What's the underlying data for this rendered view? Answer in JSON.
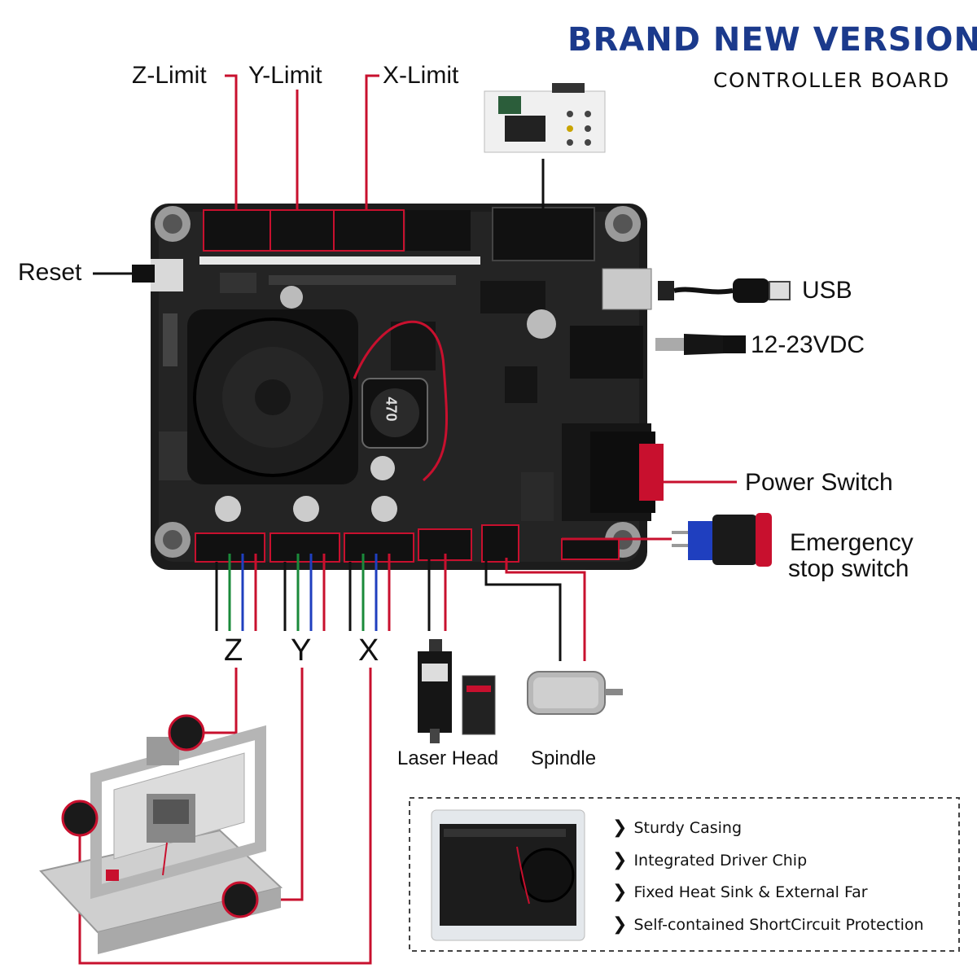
{
  "header": {
    "title": "BRAND NEW VERSION",
    "subtitle": "CONTROLLER BOARD"
  },
  "limits": {
    "z": "Z-Limit",
    "y": "Y-Limit",
    "x": "X-Limit"
  },
  "ports": {
    "reset": "Reset",
    "usb": "USB",
    "power": "12-23VDC",
    "power_switch": "Power Switch",
    "emergency_line1": "Emergency",
    "emergency_line2": "stop switch"
  },
  "axes": {
    "z": "Z",
    "y": "Y",
    "x": "X"
  },
  "peripherals": {
    "laser": "Laser Head",
    "spindle": "Spindle"
  },
  "board": {
    "inductor_mark": "470"
  },
  "features": [
    "Sturdy Casing",
    "Integrated Driver Chip",
    "Fixed Heat Sink & External Far",
    "Self-contained ShortCircuit Protection"
  ],
  "colors": {
    "brand": "#1b3a8c",
    "wire_red": "#c8102e",
    "wire_blue": "#1f3fbf",
    "wire_green": "#1a8a3a",
    "wire_black": "#111111",
    "board": "#1c1c1c"
  }
}
